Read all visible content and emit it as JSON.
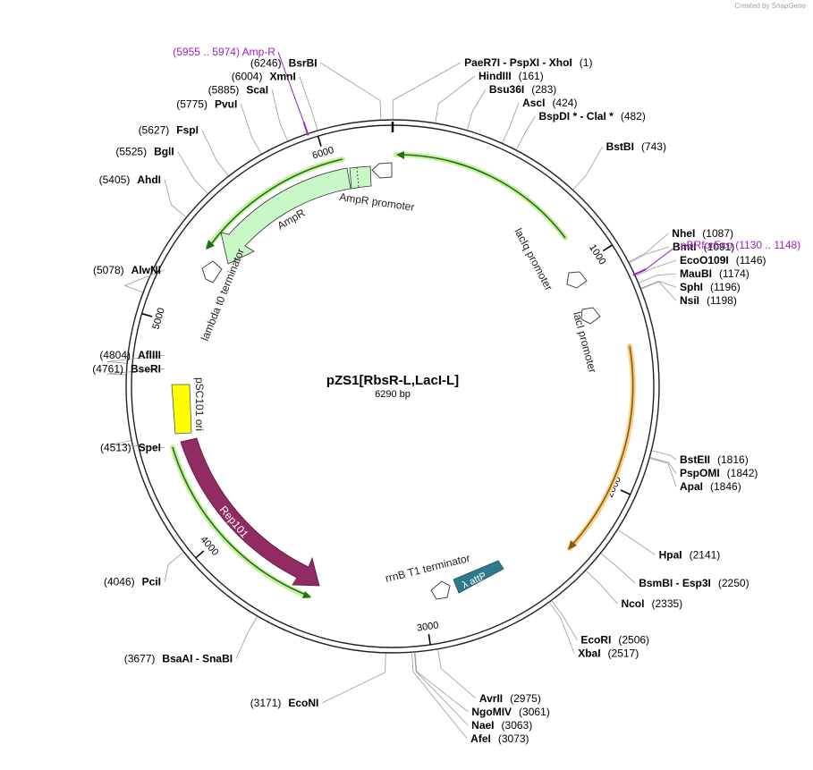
{
  "credit": "Created by SnapGene",
  "plasmid": {
    "name": "pZS1[RbsR-L,LacI-L]",
    "length_label": "6290 bp",
    "length_bp": 6290
  },
  "ticks": [
    {
      "bp": 1000,
      "label": "1000"
    },
    {
      "bp": 2000,
      "label": "2000"
    },
    {
      "bp": 3000,
      "label": "3000"
    },
    {
      "bp": 4000,
      "label": "4000"
    },
    {
      "bp": 5000,
      "label": "5000"
    },
    {
      "bp": 6000,
      "label": "6000"
    }
  ],
  "sites": [
    {
      "bp": 6246,
      "num": "(6246)",
      "names": [
        "BsrBI"
      ]
    },
    {
      "bp": 1,
      "num": "(1)",
      "names": [
        "PaeR7I",
        "PspXI",
        "XhoI"
      ]
    },
    {
      "bp": 6004,
      "num": "(6004)",
      "names": [
        "XmnI"
      ]
    },
    {
      "bp": 161,
      "num": "(161)",
      "names": [
        "HindIII"
      ]
    },
    {
      "bp": 283,
      "num": "(283)",
      "names": [
        "Bsu36I"
      ]
    },
    {
      "bp": 5885,
      "num": "(5885)",
      "names": [
        "ScaI"
      ]
    },
    {
      "bp": 424,
      "num": "(424)",
      "names": [
        "AscI"
      ]
    },
    {
      "bp": 482,
      "num": "(482)",
      "names": [
        "BspDI *",
        "ClaI *"
      ]
    },
    {
      "bp": 5775,
      "num": "(5775)",
      "names": [
        "PvuI"
      ]
    },
    {
      "bp": 5627,
      "num": "(5627)",
      "names": [
        "FspI"
      ]
    },
    {
      "bp": 743,
      "num": "(743)",
      "names": [
        "BstBI"
      ]
    },
    {
      "bp": 5525,
      "num": "(5525)",
      "names": [
        "BglI"
      ]
    },
    {
      "bp": 5405,
      "num": "(5405)",
      "names": [
        "AhdI"
      ]
    },
    {
      "bp": 1087,
      "num": "(1087)",
      "names": [
        "NheI"
      ]
    },
    {
      "bp": 1091,
      "num": "(1091)",
      "names": [
        "BmtI"
      ]
    },
    {
      "bp": 1146,
      "num": "(1146)",
      "names": [
        "EcoO109I"
      ]
    },
    {
      "bp": 5078,
      "num": "(5078)",
      "names": [
        "AlwNI"
      ]
    },
    {
      "bp": 1174,
      "num": "(1174)",
      "names": [
        "MauBI"
      ]
    },
    {
      "bp": 1196,
      "num": "(1196)",
      "names": [
        "SphI"
      ]
    },
    {
      "bp": 1198,
      "num": "(1198)",
      "names": [
        "NsiI"
      ]
    },
    {
      "bp": 4804,
      "num": "(4804)",
      "names": [
        "AflIII"
      ]
    },
    {
      "bp": 4761,
      "num": "(4761)",
      "names": [
        "BseRI"
      ]
    },
    {
      "bp": 1816,
      "num": "(1816)",
      "names": [
        "BstEII"
      ]
    },
    {
      "bp": 4513,
      "num": "(4513)",
      "names": [
        "SpeI"
      ]
    },
    {
      "bp": 1842,
      "num": "(1842)",
      "names": [
        "PspOMI"
      ]
    },
    {
      "bp": 1846,
      "num": "(1846)",
      "names": [
        "ApaI"
      ]
    },
    {
      "bp": 2141,
      "num": "(2141)",
      "names": [
        "HpaI"
      ]
    },
    {
      "bp": 4046,
      "num": "(4046)",
      "names": [
        "PciI"
      ]
    },
    {
      "bp": 2250,
      "num": "(2250)",
      "names": [
        "BsmBI",
        "Esp3I"
      ]
    },
    {
      "bp": 2335,
      "num": "(2335)",
      "names": [
        "NcoI"
      ]
    },
    {
      "bp": 2506,
      "num": "(2506)",
      "names": [
        "EcoRI"
      ]
    },
    {
      "bp": 2517,
      "num": "(2517)",
      "names": [
        "XbaI"
      ]
    },
    {
      "bp": 3677,
      "num": "(3677)",
      "names": [
        "BsaAI",
        "SnaBI"
      ]
    },
    {
      "bp": 2975,
      "num": "(2975)",
      "names": [
        "AvrII"
      ]
    },
    {
      "bp": 3061,
      "num": "(3061)",
      "names": [
        "NgoMIV"
      ]
    },
    {
      "bp": 3063,
      "num": "(3063)",
      "names": [
        "NaeI"
      ]
    },
    {
      "bp": 3171,
      "num": "(3171)",
      "names": [
        "EcoNI"
      ]
    },
    {
      "bp": 3073,
      "num": "(3073)",
      "names": [
        "AfeI"
      ]
    }
  ],
  "primers": [
    {
      "bp": 5965,
      "text": "(5955 .. 5974)  Amp-R",
      "color": "#a020c0"
    },
    {
      "bp": 1139,
      "text": "pBRforEco   (1130 .. 1148)",
      "color": "#a020c0"
    }
  ],
  "features": {
    "ampr": "AmpR",
    "ampr_promoter": "AmpR promoter",
    "lambda_t0": "lambda t0 terminator",
    "laciq_promoter": "lacIq promoter",
    "laci_promoter": "lacI promoter",
    "psc101_ori": "pSC101 ori",
    "rep101": "Rep101",
    "rrnb_t1": "rrnB T1 terminator",
    "lambda_attp": "λ attP"
  },
  "colors": {
    "ampr": "#c8f7c8",
    "rep101": "#922b63",
    "psc101": "#ffff00",
    "attp": "#2d7b8c",
    "green_arc": "#1e6f1e",
    "green_glow": "#c6f09a",
    "orange_arc": "#8a5a10",
    "orange_glow": "#f7cf84"
  }
}
